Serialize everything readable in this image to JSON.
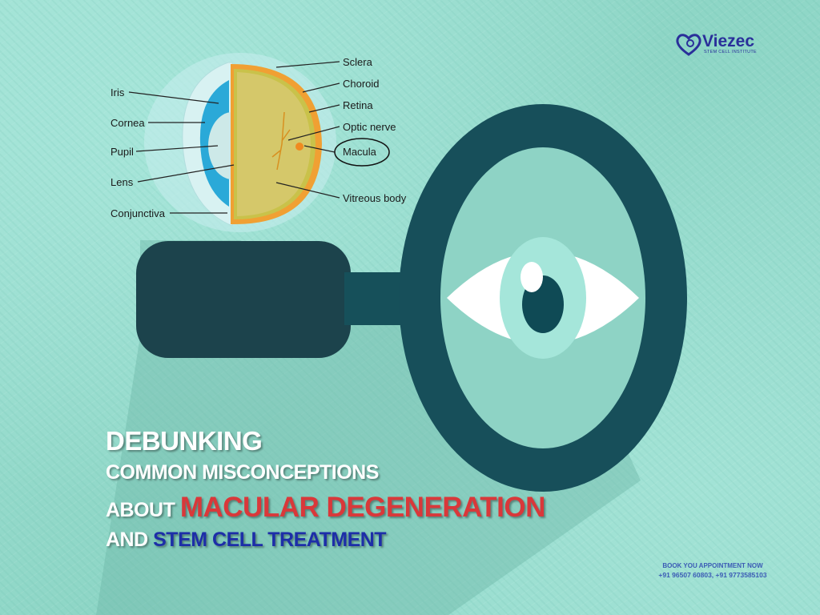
{
  "brand": {
    "name": "Viezec",
    "tagline": "STEM CELL INSTITUTE",
    "icon": "heart-embryo-icon",
    "color": "#2a2f9a"
  },
  "diagram": {
    "title": "eye-anatomy-cross-section",
    "labels_left": [
      "Iris",
      "Cornea",
      "Pupil",
      "Lens",
      "Conjunctiva"
    ],
    "labels_right": [
      "Sclera",
      "Choroid",
      "Retina",
      "Optic nerve",
      "Macula",
      "Vitreous body"
    ],
    "highlighted": "Macula"
  },
  "illustration": {
    "icon": "magnifying-glass-eye-icon",
    "colors": {
      "frame": "#174f5a",
      "handle": "#1c434c",
      "lens": "#8ed3c5",
      "eye_white": "#ffffff",
      "iris": "#a5e6da",
      "pupil": "#0f4a55"
    }
  },
  "headline": {
    "line1": "DEBUNKING",
    "line2": "COMMON MISCONCEPTIONS",
    "line3_prefix": "ABOUT",
    "line3_highlight": "MACULAR DEGENERATION",
    "line4_prefix": "AND",
    "line4_highlight": "STEM CELL TREATMENT",
    "colors": {
      "main": "#ffffff",
      "red": "#d9383a",
      "blue": "#1d2ea8"
    }
  },
  "contact": {
    "cta": "BOOK YOU APPOINTMENT NOW",
    "phones": "+91 96507 60803, +91 9773585103"
  }
}
